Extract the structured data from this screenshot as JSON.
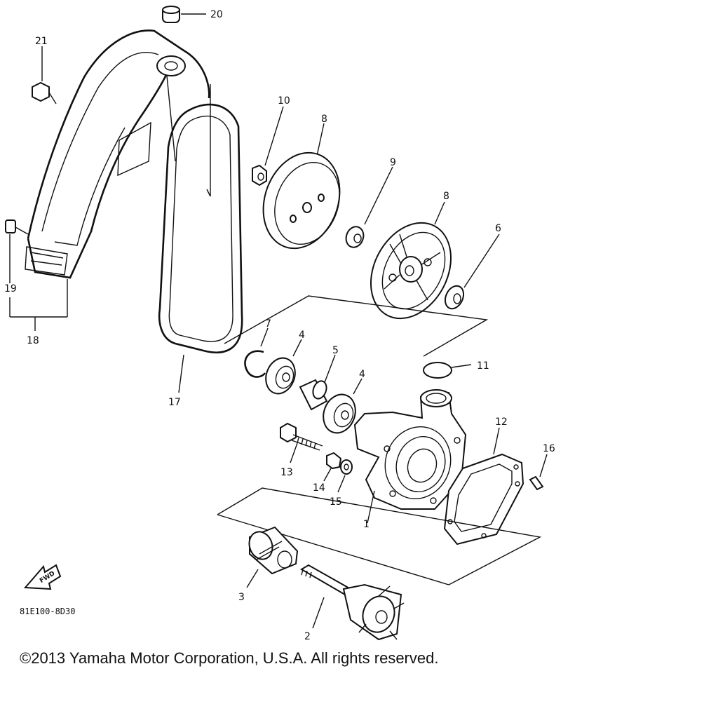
{
  "diagram": {
    "callouts": {
      "p1": "1",
      "p2": "2",
      "p3": "3",
      "p4a": "4",
      "p4b": "4",
      "p5": "5",
      "p6": "6",
      "p7": "7",
      "p8a": "8",
      "p8b": "8",
      "p9": "9",
      "p10": "10",
      "p11": "11",
      "p12": "12",
      "p13": "13",
      "p14": "14",
      "p15": "15",
      "p16": "16",
      "p17": "17",
      "p18": "18",
      "p19": "19",
      "p20": "20",
      "p21": "21"
    },
    "forward_arrow_label": "FWD",
    "drawing_code": "81E100-8D30"
  },
  "footer": {
    "copyright": "©2013 Yamaha Motor Corporation, U.S.A. All rights reserved."
  }
}
